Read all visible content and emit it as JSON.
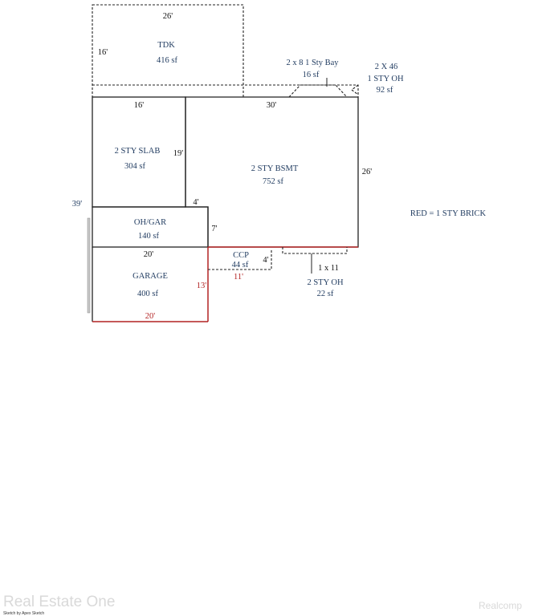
{
  "rooms": {
    "tdk": {
      "name": "TDK",
      "area": "416 sf"
    },
    "slab": {
      "name": "2 STY SLAB",
      "area": "304 sf"
    },
    "bsmt": {
      "name": "2 STY BSMT",
      "area": "752 sf"
    },
    "ohgar": {
      "name": "OH/GAR",
      "area": "140 sf"
    },
    "garage": {
      "name": "GARAGE",
      "area": "400 sf"
    },
    "ccp": {
      "name": "CCP",
      "area": "44 sf"
    },
    "bay": {
      "name": "2 x 8  1 Sty Bay",
      "area": "16 sf"
    },
    "oh1": {
      "size": "2 X 46",
      "name": "1 STY OH",
      "area": "92 sf"
    },
    "oh2": {
      "size": "1 x 11",
      "name": "2 STY OH",
      "area": "22 sf"
    }
  },
  "dimensions": {
    "tdk_top": "26'",
    "tdk_side": "16'",
    "slab_top": "16'",
    "bsmt_top": "30'",
    "slab_side": "19'",
    "bsmt_side": "26'",
    "overall_left": "39'",
    "step": "4'",
    "ohgar_side": "7'",
    "garage_top": "20'",
    "ccp_side": "4'",
    "garage_side": "13'",
    "ccp_bottom": "11'",
    "garage_bottom": "20'"
  },
  "legend": "RED = 1 STY BRICK",
  "credits": {
    "left": "Real Estate One",
    "right": "Realcomp",
    "sketch": "Sketch by Apex Sketch"
  }
}
